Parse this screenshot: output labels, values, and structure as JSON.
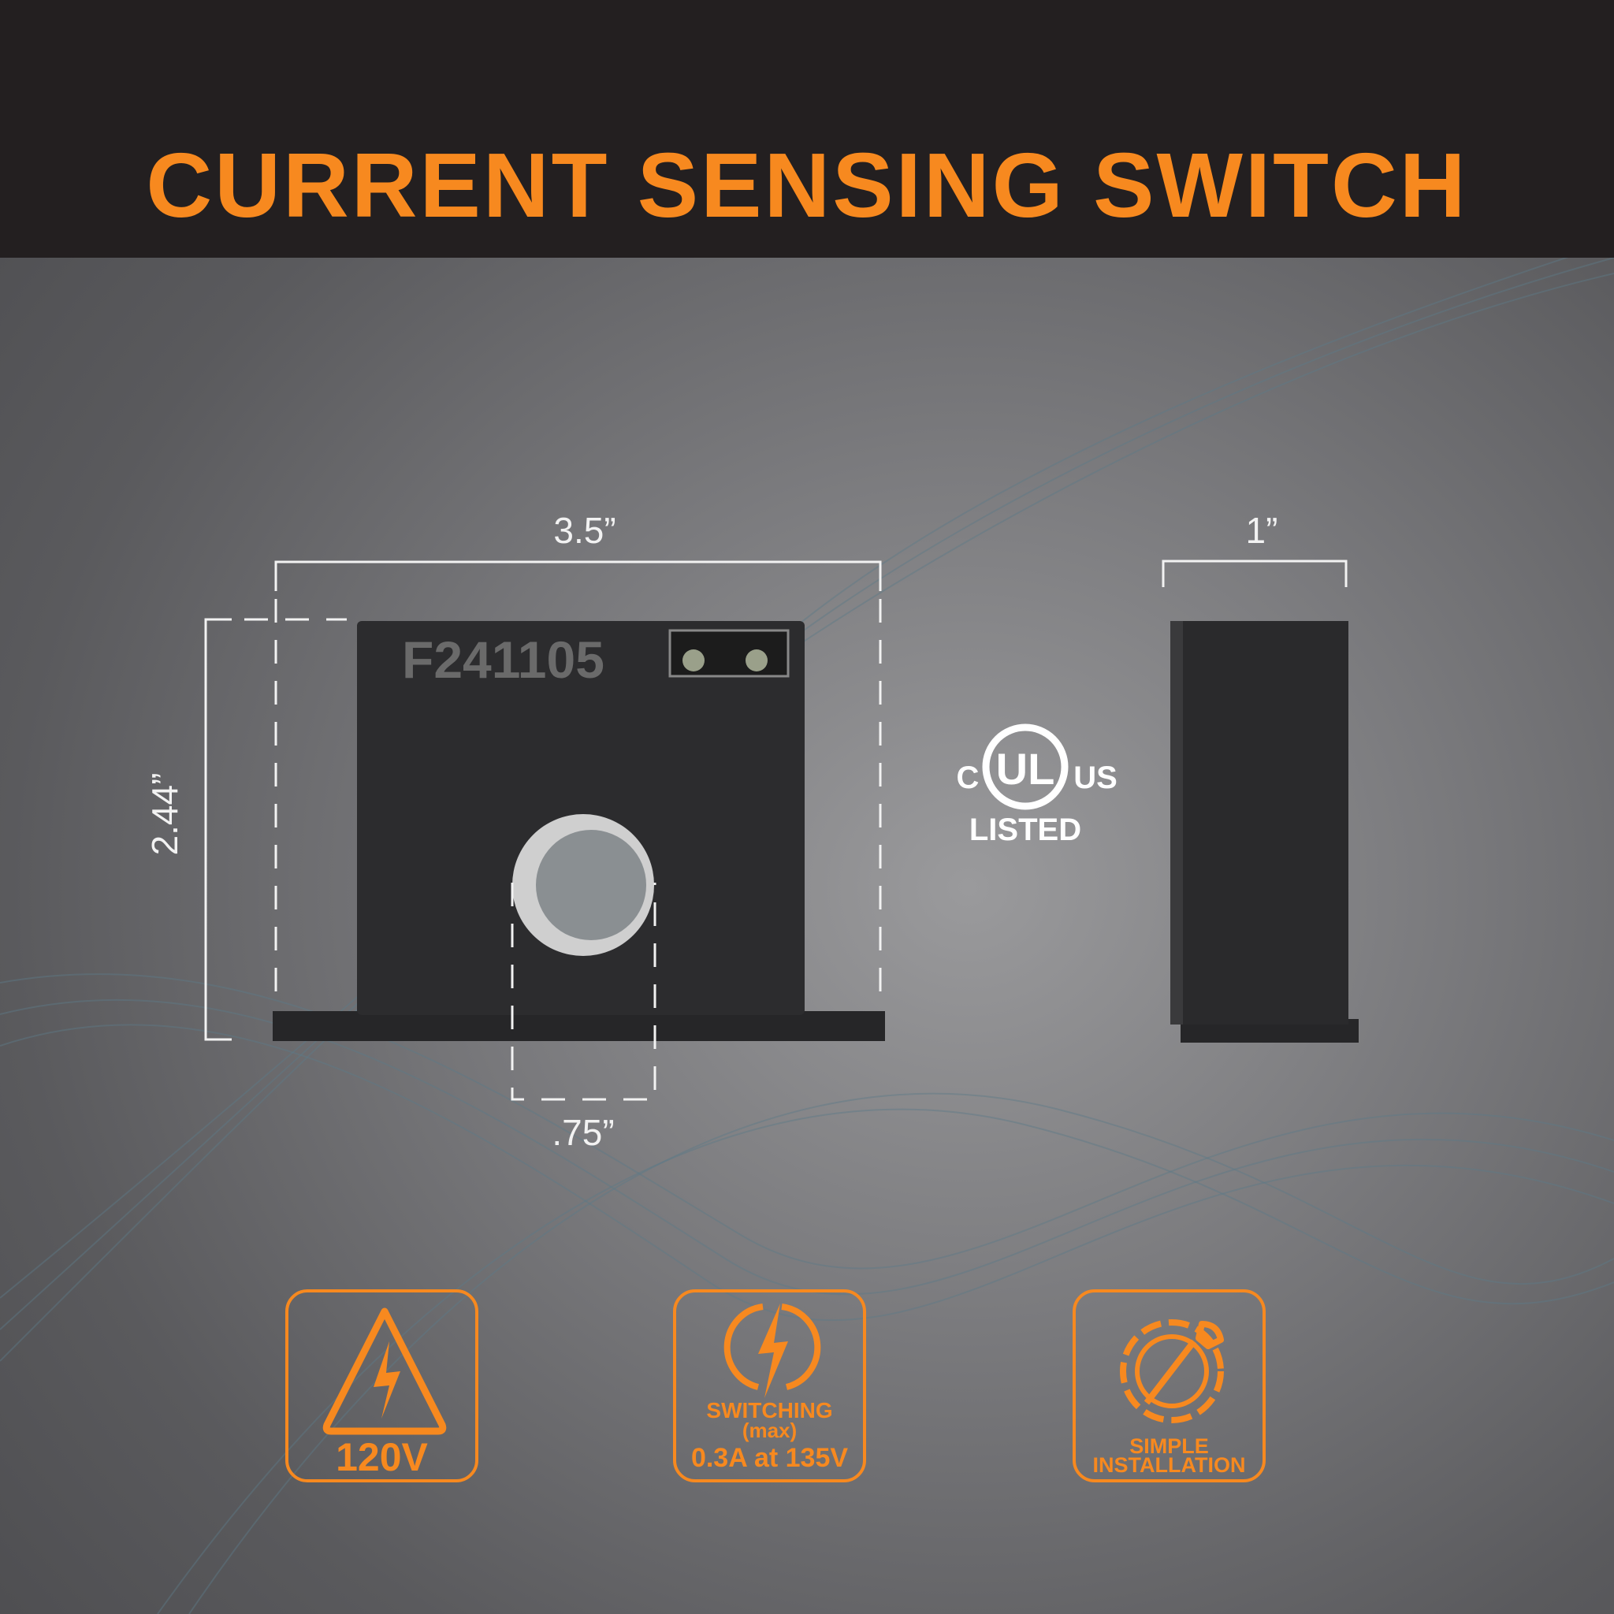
{
  "title": "CURRENT SENSING SWITCH",
  "product": {
    "model_marking": "F241105"
  },
  "dimensions": {
    "width": "3.5”",
    "height": "2.44”",
    "hole": ".75”",
    "depth": "1”"
  },
  "certification": {
    "left": "C",
    "mark": "UL",
    "right": "US",
    "label": "LISTED"
  },
  "features": [
    {
      "icon": "high-voltage-icon",
      "lines": [
        "120V"
      ]
    },
    {
      "icon": "lightning-circle-icon",
      "lines": [
        "SWITCHING",
        "(max)",
        "0.3A at 135V"
      ]
    },
    {
      "icon": "gear-wrench-icon",
      "lines": [
        "SIMPLE",
        "INSTALLATION"
      ]
    }
  ],
  "colors": {
    "accent": "#f7891f",
    "header": "#231f20"
  }
}
